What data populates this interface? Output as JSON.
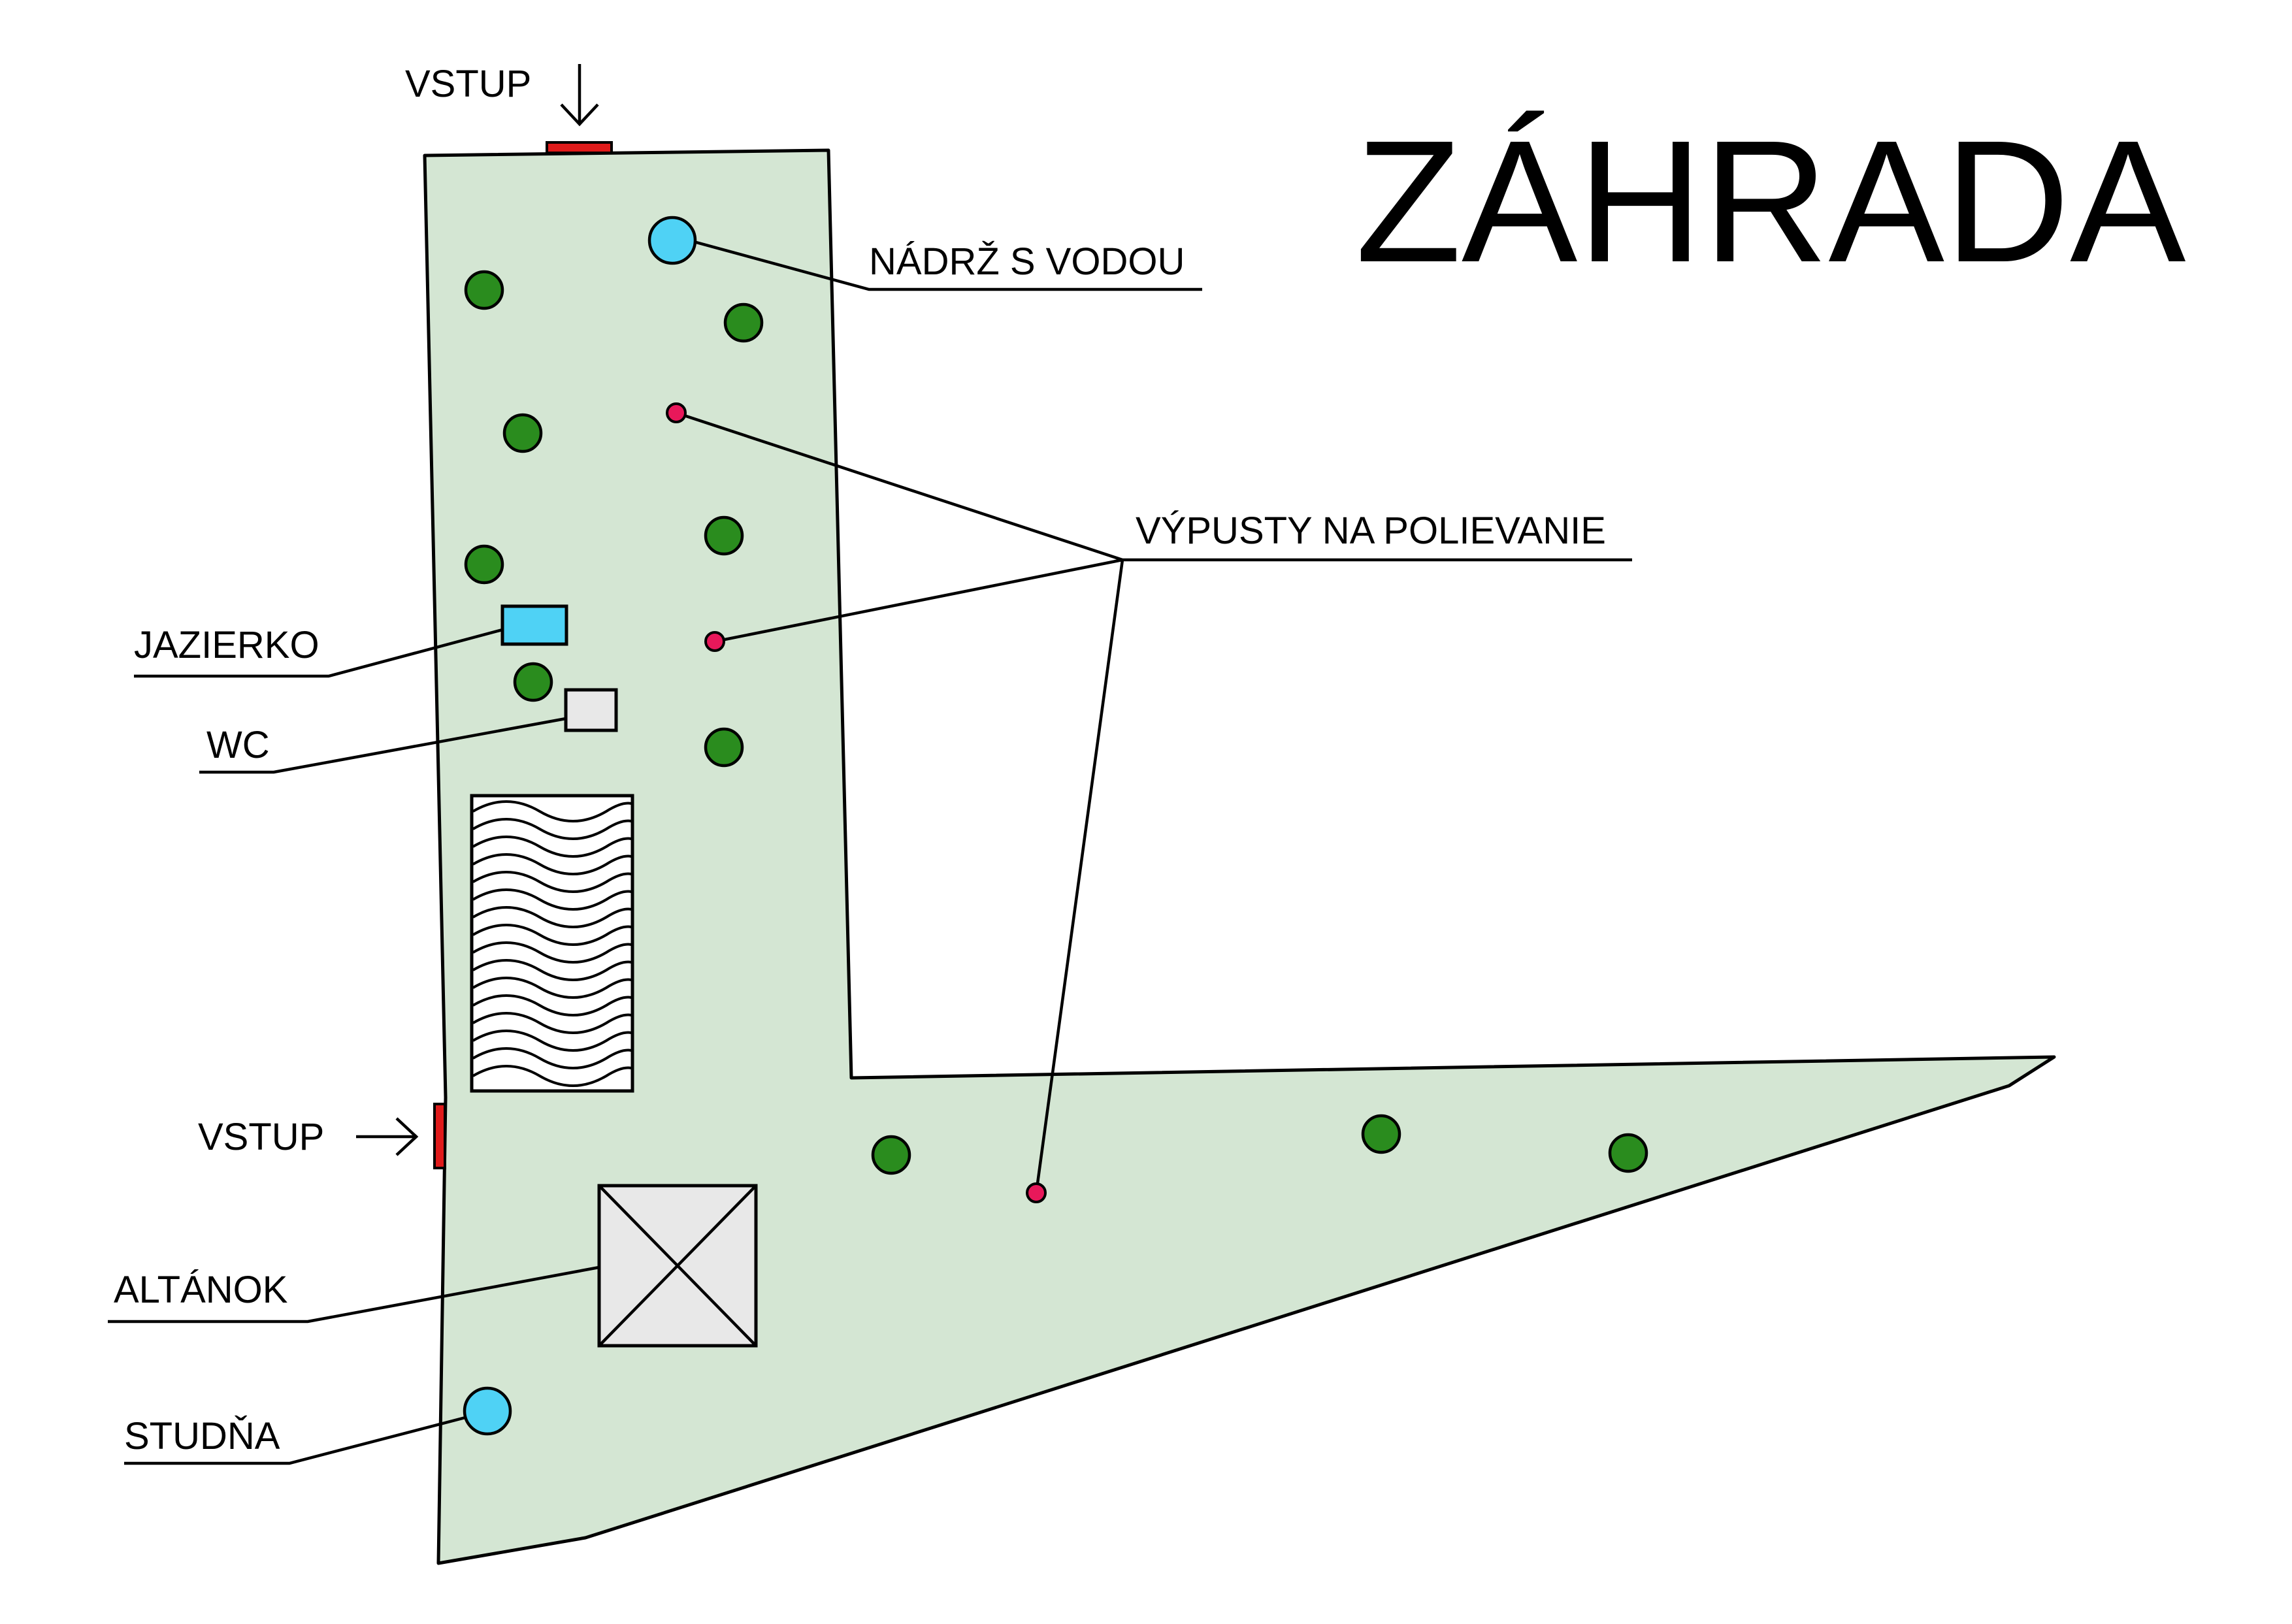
{
  "title": "ZÁHRADA",
  "labels": {
    "entrance_top": "VSTUP",
    "entrance_left": "VSTUP",
    "water_tank": "NÁDRŽ S VODOU",
    "outlets": "VÝPUSTY NA POLIEVANIE",
    "pond": "JAZIERKO",
    "wc": "WC",
    "gazebo": "ALTÁNOK",
    "well": "STUDŇA"
  },
  "colors": {
    "garden_fill": "#d4e6d3",
    "tree": "#2a8c1e",
    "water": "#4fd2f5",
    "outlet": "#e8185a",
    "entrance": "#e01b1b",
    "structure": "#e8e8e8"
  }
}
